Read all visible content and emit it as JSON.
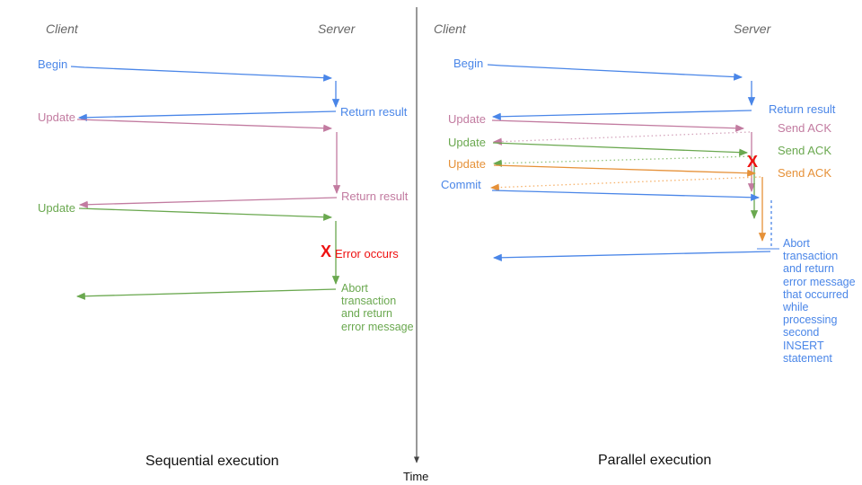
{
  "palette": {
    "blue": "#4a86e8",
    "pink": "#c27ba0",
    "green": "#6aa84f",
    "orange": "#e69138",
    "dotted_pink": "#d5a6bd",
    "dotted_green": "#93c47d",
    "dotted_orange": "#f6b26b",
    "error_red": "#ee1111",
    "header_gray": "#666666",
    "caption_black": "#111111"
  },
  "time_axis": {
    "label": "Time"
  },
  "left": {
    "title": "Sequential execution",
    "client_header": "Client",
    "server_header": "Server",
    "messages": {
      "begin": "Begin",
      "return_result_1": "Return result",
      "update_1": "Update",
      "return_result_2": "Return result",
      "update_2": "Update",
      "error_x": "X",
      "error_label": "Error occurs",
      "abort_note": "Abort\ntransaction\nand return\nerror message"
    }
  },
  "right": {
    "title": "Parallel execution",
    "client_header": "Client",
    "server_header": "Server",
    "messages": {
      "begin": "Begin",
      "return_result": "Return result",
      "update_1": "Update",
      "send_ack_1": "Send ACK",
      "update_2": "Update",
      "send_ack_2": "Send ACK",
      "update_3": "Update",
      "send_ack_3": "Send ACK",
      "commit": "Commit",
      "error_x": "X",
      "abort_note": "Abort\ntransaction\nand return\nerror message\nthat occurred\nwhile\nprocessing\nsecond\nINSERT\nstatement"
    }
  }
}
